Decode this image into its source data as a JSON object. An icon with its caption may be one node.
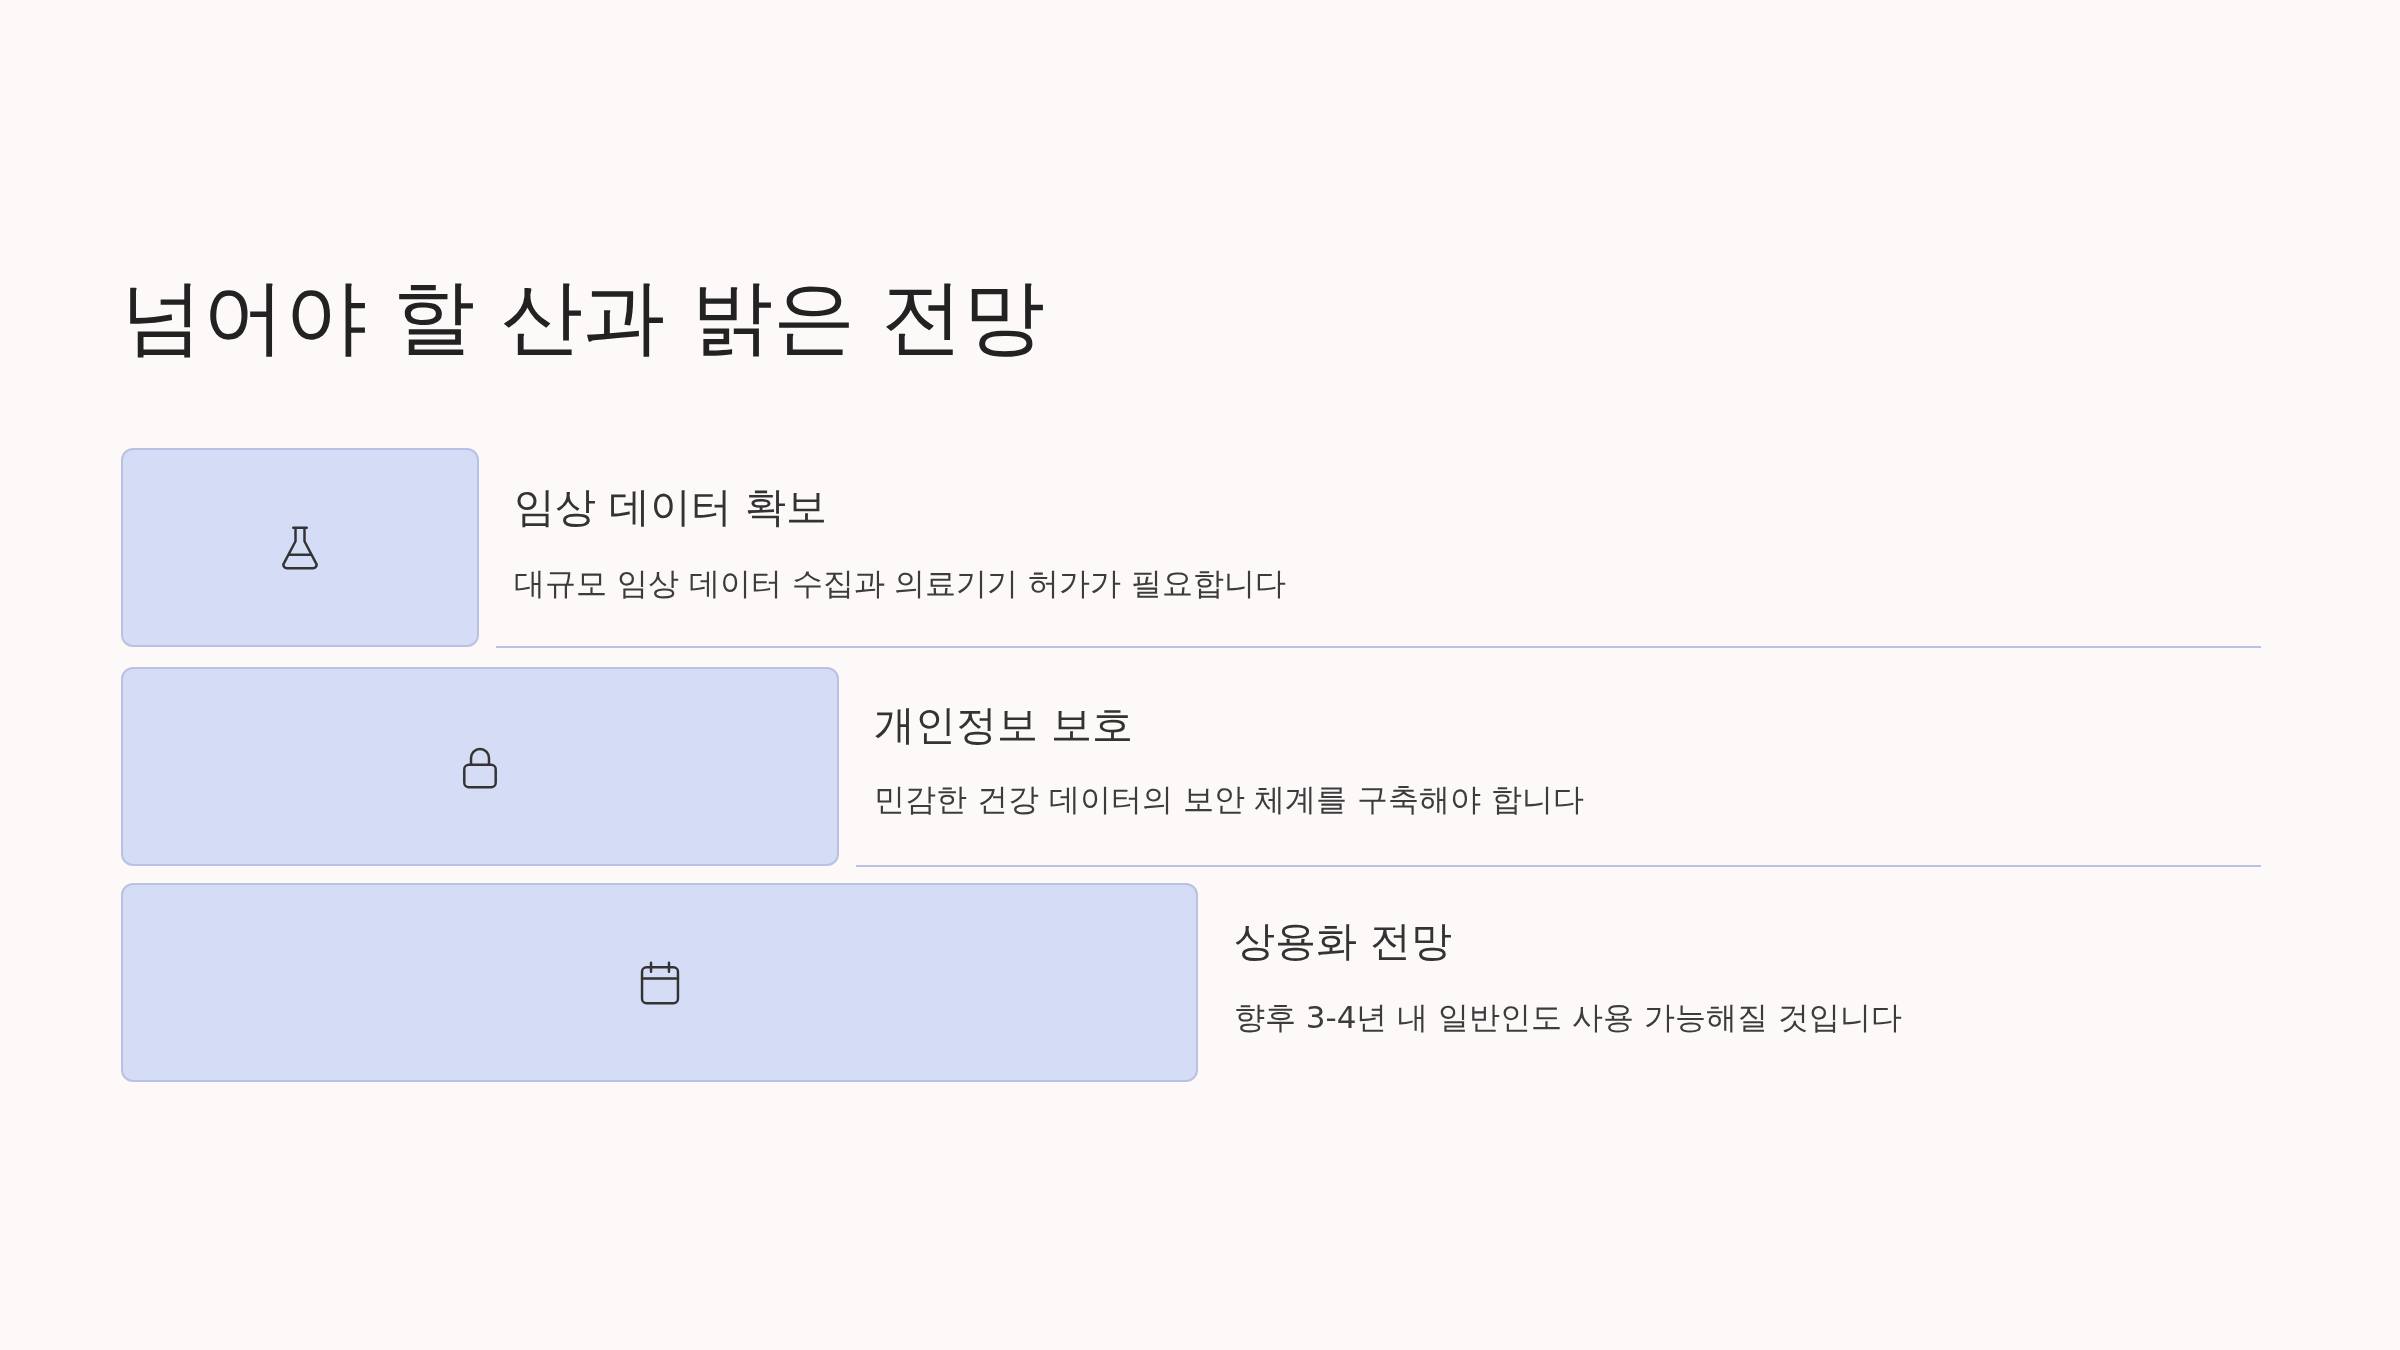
{
  "diagram": {
    "title": "넘어야 할 산과 밝은 전망",
    "nodes": [
      {
        "text": [],
        "shape": "box",
        "beside": [
          "임상 데이터 확보",
          "대규모 임상 데이터 수집과 의료기기 허가가 필요합니다"
        ]
      },
      {
        "text": [],
        "shape": "box",
        "beside": [
          "개인정보 보호",
          "민감한 건강 데이터의 보안 체계를 구축해야 합니다"
        ]
      },
      {
        "text": [],
        "shape": "box",
        "beside": [
          "상용화 전망",
          "향후 3-4년 내 일반인도 사용 가능해질 것입니다"
        ]
      }
    ]
  }
}
